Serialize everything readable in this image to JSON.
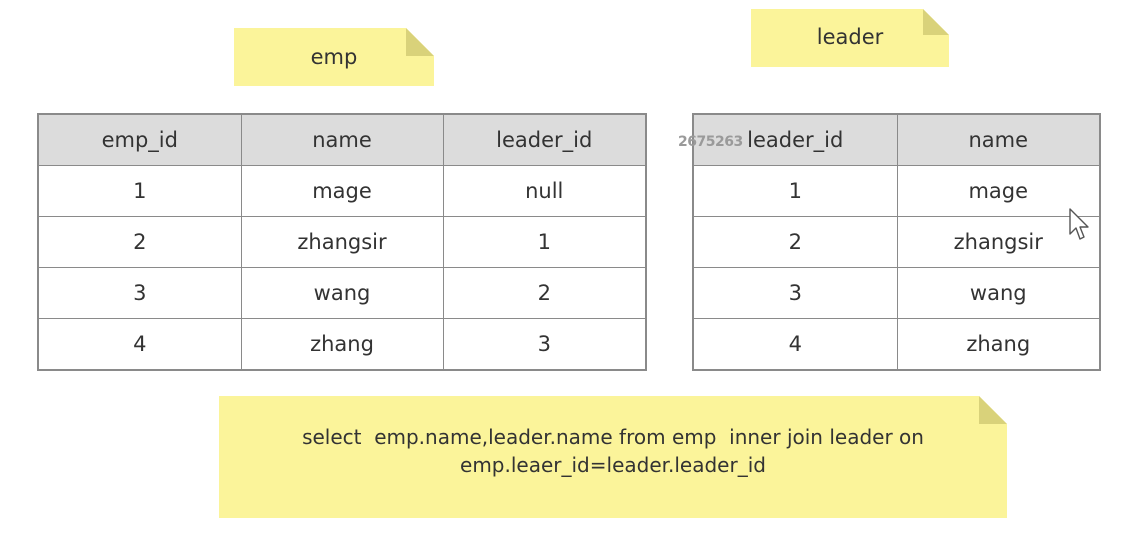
{
  "notes": {
    "emp_title": "emp",
    "leader_title": "leader",
    "sql_line1": "select  emp.name,leader.name from emp  inner join leader on",
    "sql_line2": "emp.leaer_id=leader.leader_id"
  },
  "watermark": "2675263",
  "colors": {
    "note_fill": "#fbf49a",
    "note_fold": "#d9d27a",
    "header_fill": "#dcdcdc",
    "border": "#8a8a8a"
  },
  "emp_table": {
    "headers": [
      "emp_id",
      "name",
      "leader_id"
    ],
    "rows": [
      [
        "1",
        "mage",
        "null"
      ],
      [
        "2",
        "zhangsir",
        "1"
      ],
      [
        "3",
        "wang",
        "2"
      ],
      [
        "4",
        "zhang",
        "3"
      ]
    ]
  },
  "leader_table": {
    "headers": [
      "leader_id",
      "name"
    ],
    "rows": [
      [
        "1",
        "mage"
      ],
      [
        "2",
        "zhangsir"
      ],
      [
        "3",
        "wang"
      ],
      [
        "4",
        "zhang"
      ]
    ]
  },
  "icons": {
    "cursor": "mouse-pointer-icon"
  }
}
